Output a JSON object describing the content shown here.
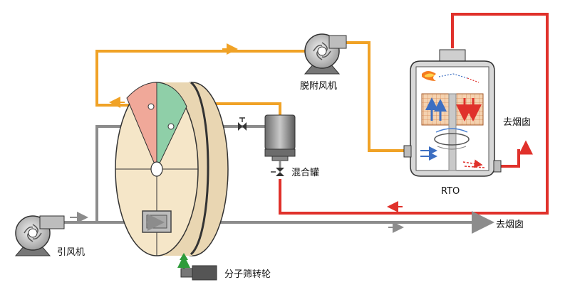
{
  "labels": {
    "desorption_fan": "脱附风机",
    "chimney_top": "去烟囱",
    "mixing_tank": "混合罐",
    "rto": "RTO",
    "chimney_bottom": "去烟囱",
    "induced_fan": "引风机",
    "rotor": "分子筛转轮"
  },
  "colors": {
    "hot_line": "#e0312b",
    "desorption_line": "#f0a226",
    "exhaust_line": "#8c8c8c",
    "wheel_face": "#f5e6c8",
    "adsorb_zone": "#f0a899",
    "cool_zone": "#8fcfa8",
    "rto_frame": "#d8d8d8"
  }
}
